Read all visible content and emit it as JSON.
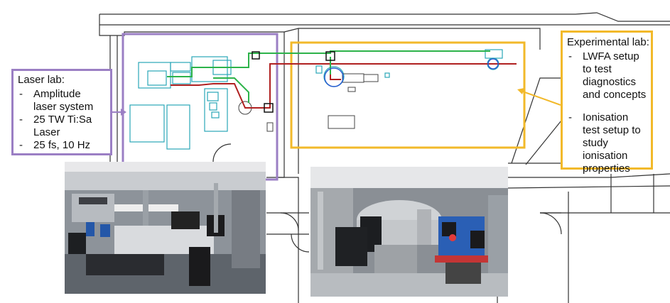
{
  "laser_lab": {
    "title": "Laser lab:",
    "items": [
      "Amplitude laser system",
      "25 TW Ti:Sa Laser",
      "25 fs, 10 Hz"
    ]
  },
  "experimental_lab": {
    "title": "Experimental lab:",
    "items": [
      "LWFA setup to test diagnostics and concepts",
      "Ionisation test setup to study ionisation properties"
    ]
  },
  "colors": {
    "laser_lab_frame": "#9b7fc4",
    "experimental_lab_frame": "#f2b92a",
    "beam_red": "#b02020",
    "beam_green": "#2db34a",
    "equipment_teal": "#2aa6b8"
  }
}
